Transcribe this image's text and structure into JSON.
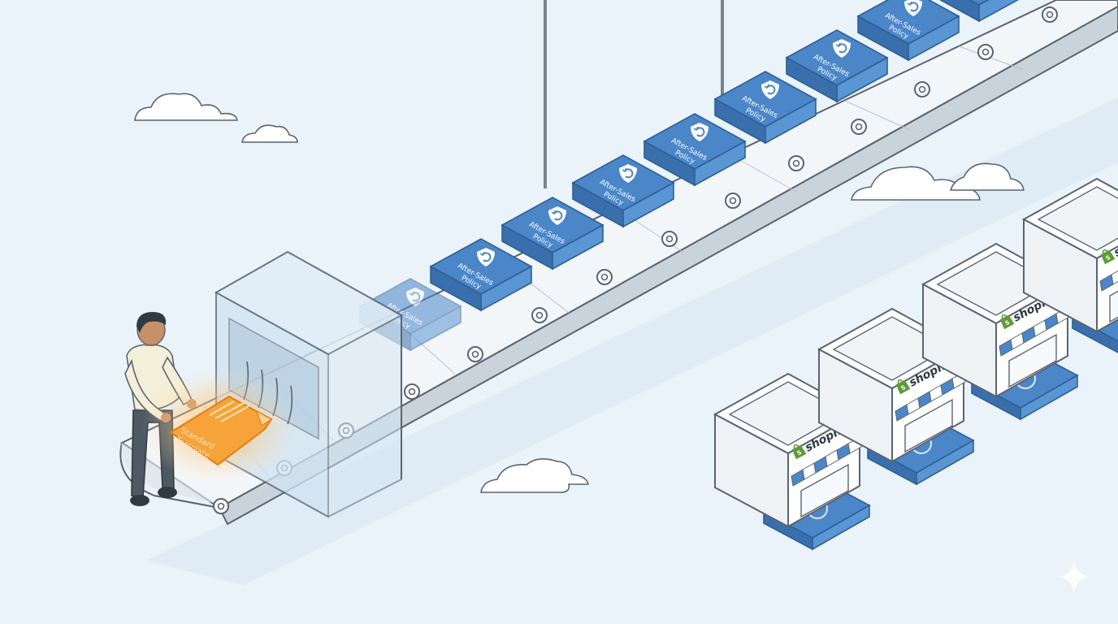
{
  "template": {
    "label_line1": "Standard",
    "label_line2": "Template"
  },
  "policy_box": {
    "label_line1": "After-Sales",
    "label_line2": "Policy",
    "icon": "shield-return-icon"
  },
  "storefront": {
    "brand": "shopify",
    "icon": "shopping-bag-icon"
  },
  "colors": {
    "background": "#eaf3f9",
    "box_blue": "#4a86c8",
    "template_orange": "#f5a542",
    "line": "#5a6470"
  }
}
